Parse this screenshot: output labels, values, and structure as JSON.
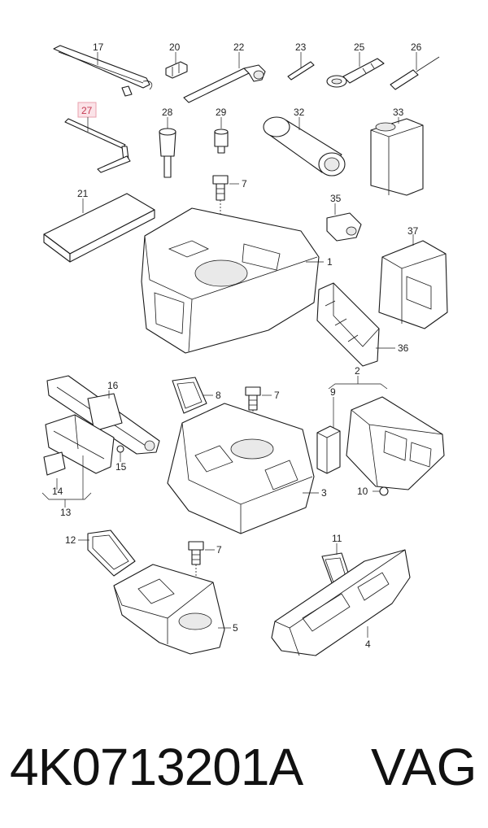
{
  "diagram": {
    "callouts": [
      {
        "key": "17",
        "label": "17"
      },
      {
        "key": "20",
        "label": "20"
      },
      {
        "key": "22",
        "label": "22"
      },
      {
        "key": "23",
        "label": "23"
      },
      {
        "key": "25",
        "label": "25"
      },
      {
        "key": "26",
        "label": "26"
      },
      {
        "key": "27",
        "label": "27",
        "highlighted": true
      },
      {
        "key": "28",
        "label": "28"
      },
      {
        "key": "29",
        "label": "29"
      },
      {
        "key": "32",
        "label": "32"
      },
      {
        "key": "33",
        "label": "33"
      },
      {
        "key": "21",
        "label": "21"
      },
      {
        "key": "7a",
        "label": "7"
      },
      {
        "key": "35",
        "label": "35"
      },
      {
        "key": "1",
        "label": "1"
      },
      {
        "key": "37",
        "label": "37"
      },
      {
        "key": "36",
        "label": "36"
      },
      {
        "key": "16",
        "label": "16"
      },
      {
        "key": "8",
        "label": "8"
      },
      {
        "key": "7b",
        "label": "7"
      },
      {
        "key": "2",
        "label": "2"
      },
      {
        "key": "9",
        "label": "9"
      },
      {
        "key": "15",
        "label": "15"
      },
      {
        "key": "14",
        "label": "14"
      },
      {
        "key": "13",
        "label": "13"
      },
      {
        "key": "3",
        "label": "3"
      },
      {
        "key": "10",
        "label": "10"
      },
      {
        "key": "12",
        "label": "12"
      },
      {
        "key": "7c",
        "label": "7"
      },
      {
        "key": "11",
        "label": "11"
      },
      {
        "key": "5",
        "label": "5"
      },
      {
        "key": "4",
        "label": "4"
      }
    ],
    "highlight_color": "#e8a0ae"
  },
  "caption": {
    "part_number": "4K0713201A",
    "brand": "VAG"
  }
}
